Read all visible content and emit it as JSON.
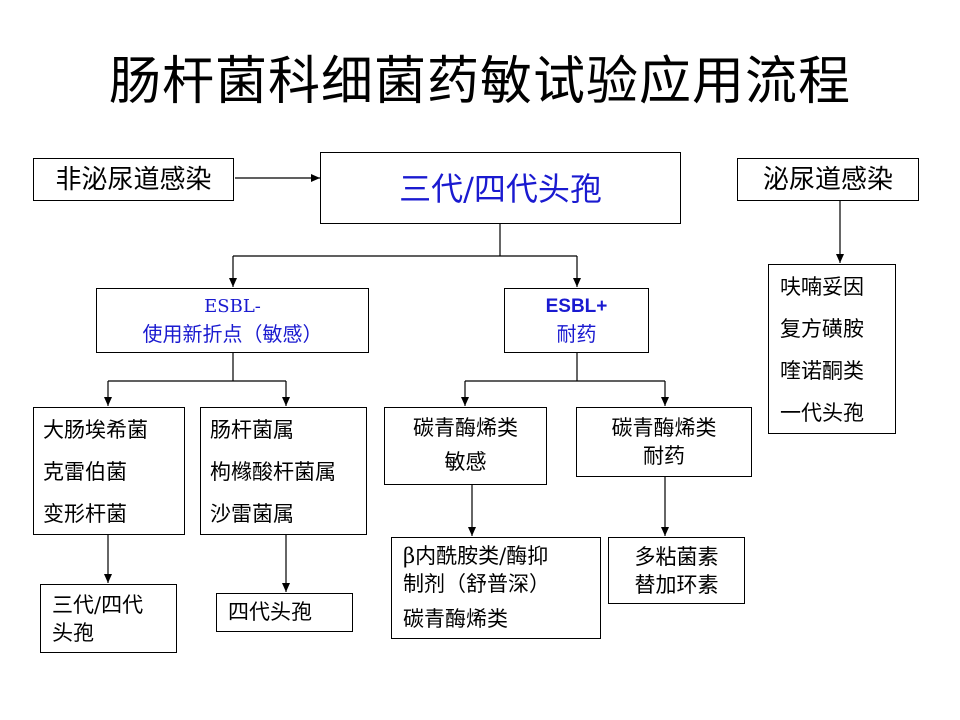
{
  "title": "肠杆菌科细菌药敏试验应用流程",
  "boxes": {
    "non_uti": "非泌尿道感染",
    "uti": "泌尿道感染",
    "cephalosporin_main": "三代/四代头孢",
    "esbl_neg": {
      "line1": "ESBL-",
      "line2": "使用新折点（敏感）"
    },
    "esbl_pos": {
      "line1": "ESBL+",
      "line2": "耐药"
    },
    "uti_drugs": [
      "呋喃妥因",
      "复方磺胺",
      "喹诺酮类",
      "一代头孢"
    ],
    "group_a": [
      "大肠埃希菌",
      "克雷伯菌",
      "变形杆菌"
    ],
    "group_b": [
      "肠杆菌属",
      "枸橼酸杆菌属",
      "沙雷菌属"
    ],
    "carbapenem_sens": {
      "line1": "碳青酶烯类",
      "line2": "敏感"
    },
    "carbapenem_res": {
      "line1": "碳青酶烯类",
      "line2": "耐药"
    },
    "result_a": {
      "line1": "三代/四代",
      "line2": "头孢"
    },
    "result_b": "四代头孢",
    "result_c": {
      "line1": "β内酰胺类/酶抑",
      "line2": "制剂（舒普深）",
      "line3": "碳青酶烯类"
    },
    "result_d": {
      "line1": "多粘菌素",
      "line2": "替加环素"
    }
  },
  "colors": {
    "accent_text": "#1a1ad0",
    "border": "#000000"
  }
}
